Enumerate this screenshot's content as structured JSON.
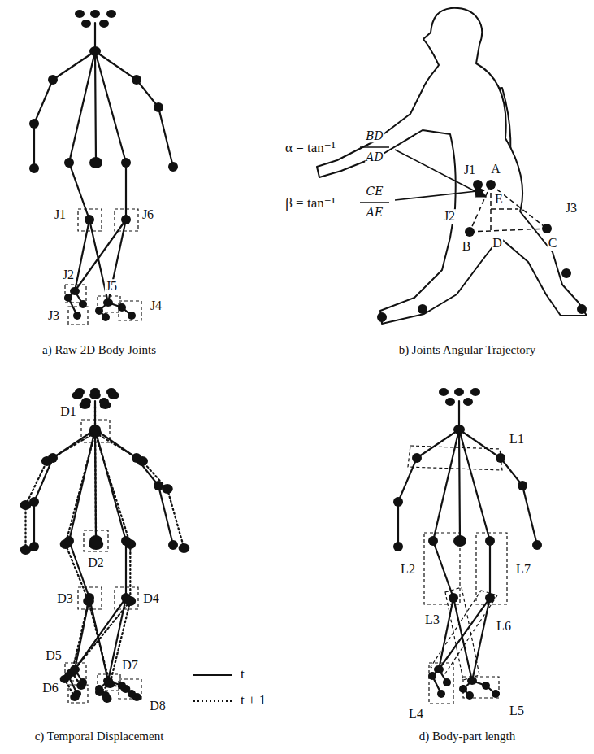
{
  "diagram": {
    "labels": [
      "J1",
      "J6",
      "J2",
      "J5",
      "J3",
      "J4",
      "α = tan⁻¹",
      "BD",
      "AD",
      "β = tan⁻¹",
      "CE",
      "AE",
      "J1",
      "A",
      "J2",
      "E",
      "J3",
      "B",
      "D",
      "C",
      "D1",
      "D2",
      "D3",
      "D4",
      "D5",
      "D6",
      "D7",
      "D8",
      "L1",
      "L2",
      "L3",
      "L4",
      "L5",
      "L6",
      "L7",
      "a) Raw 2D Body Joints",
      "b) Joints Angular Trajectory",
      "c) Temporal Displacement",
      "d) Body-part length"
    ],
    "legend": [
      {
        "text": "t"
      },
      {
        "text": "t + 1"
      }
    ]
  }
}
